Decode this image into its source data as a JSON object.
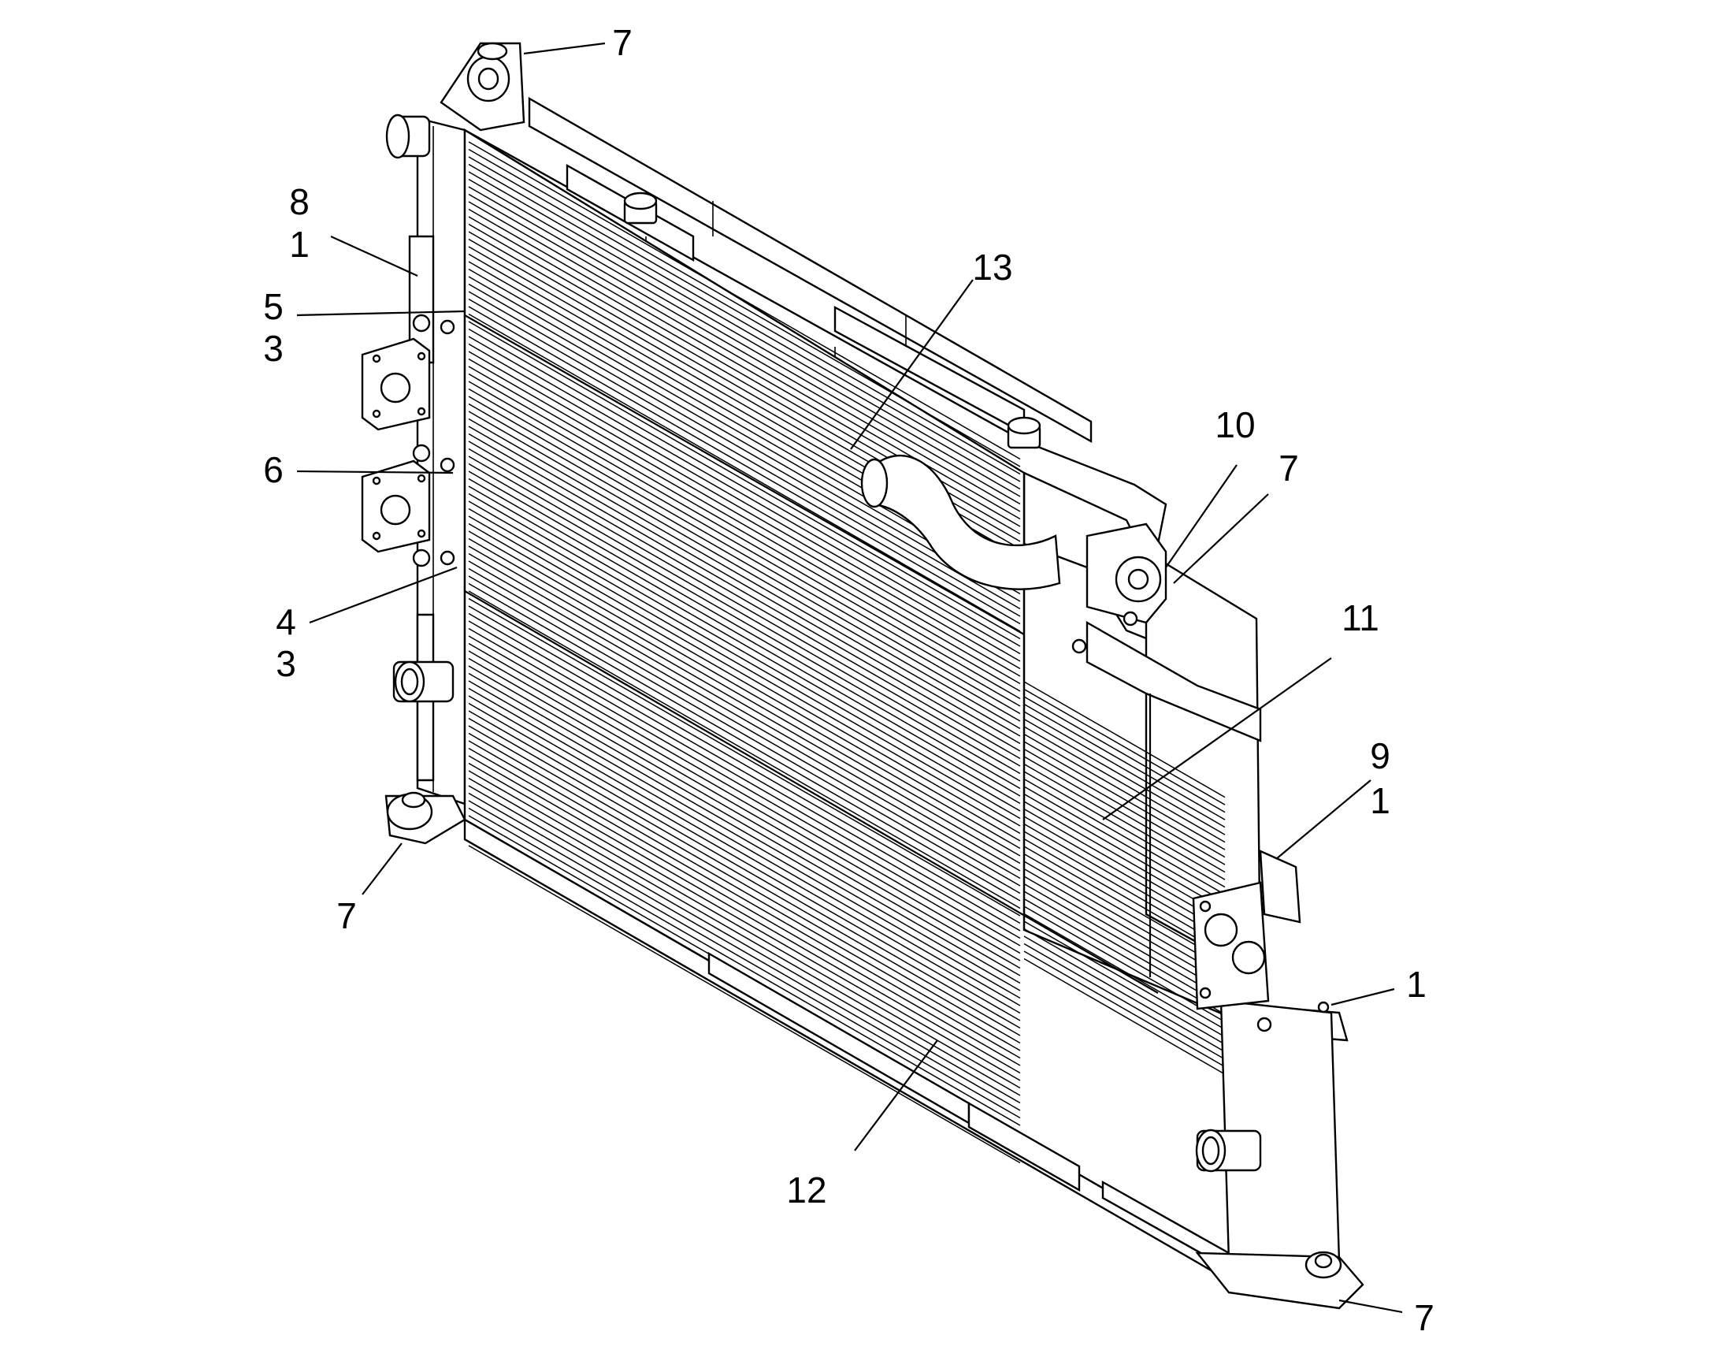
{
  "figure": {
    "callouts": [
      {
        "id": "c7a",
        "text": "7"
      },
      {
        "id": "c8",
        "text": "8"
      },
      {
        "id": "c1a",
        "text": "1"
      },
      {
        "id": "c5",
        "text": "5"
      },
      {
        "id": "c3a",
        "text": "3"
      },
      {
        "id": "c13",
        "text": "13"
      },
      {
        "id": "c6",
        "text": "6"
      },
      {
        "id": "c10",
        "text": "10"
      },
      {
        "id": "c7b",
        "text": "7"
      },
      {
        "id": "c4",
        "text": "4"
      },
      {
        "id": "c3b",
        "text": "3"
      },
      {
        "id": "c11",
        "text": "11"
      },
      {
        "id": "c9",
        "text": "9"
      },
      {
        "id": "c1b",
        "text": "1"
      },
      {
        "id": "c7c",
        "text": "7"
      },
      {
        "id": "c1c",
        "text": "1"
      },
      {
        "id": "c12",
        "text": "12"
      },
      {
        "id": "c7d",
        "text": "7"
      }
    ]
  }
}
